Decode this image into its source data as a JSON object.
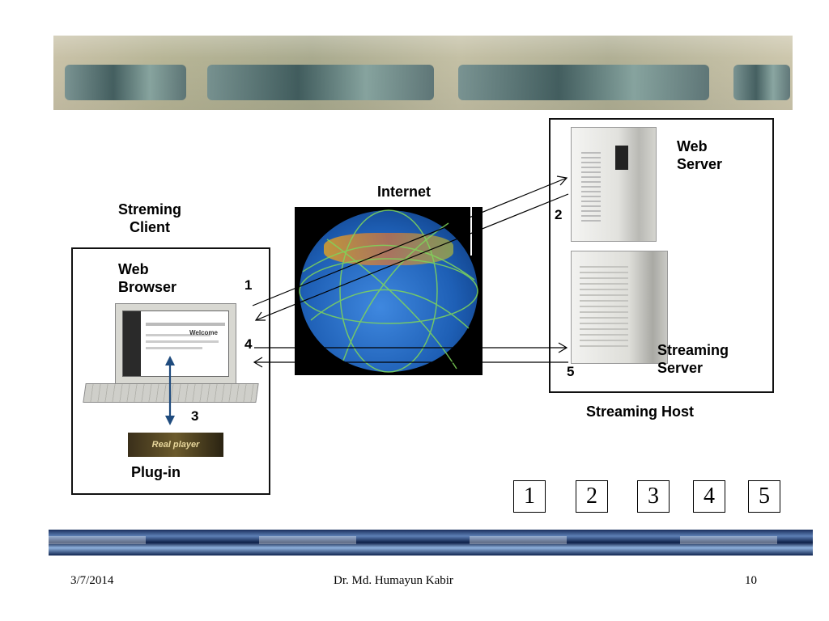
{
  "labels": {
    "streaming_client": "Streming\nClient",
    "internet": "Internet",
    "web_server": "Web\nServer",
    "streaming_server": "Streaming\nServer",
    "streaming_host": "Streaming Host",
    "web_browser": "Web\nBrowser",
    "plugin": "Plug-in",
    "player_text": "Real player",
    "welcome": "Welcome"
  },
  "step_numbers": [
    "1",
    "2",
    "3",
    "4",
    "5"
  ],
  "slide_buttons": [
    "1",
    "2",
    "3",
    "4",
    "5"
  ],
  "footer": {
    "date": "3/7/2014",
    "author": "Dr. Md. Humayun Kabir",
    "page": "10"
  }
}
